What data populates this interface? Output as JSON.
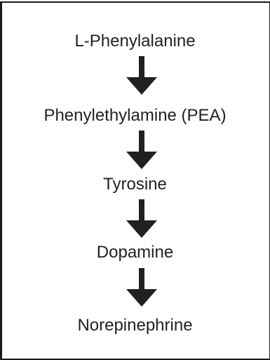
{
  "pathway": {
    "steps": [
      "L-Phenylalanine",
      "Phenylethylamine (PEA)",
      "Tyrosine",
      "Dopamine",
      "Norepinephrine"
    ]
  },
  "colors": {
    "text": "#231f20",
    "arrow": "#231f20",
    "border": "#1a1a1a",
    "background": "#ffffff"
  },
  "icons": [
    "down-arrow-icon"
  ]
}
